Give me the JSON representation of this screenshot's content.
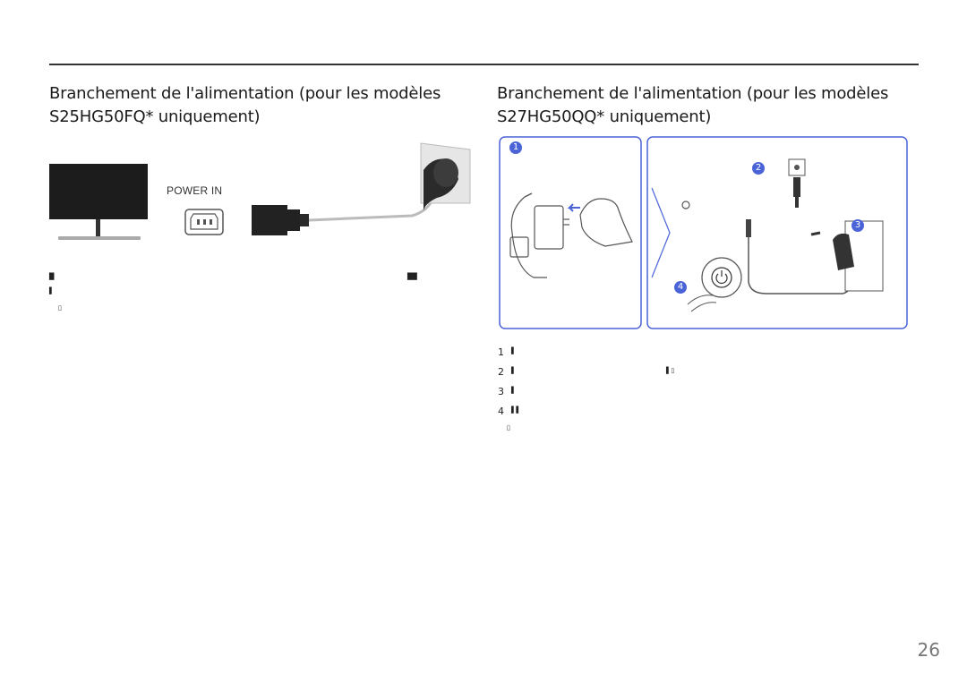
{
  "left_section": {
    "title_line1": "Branchement de l'alimentation (pour les modèles",
    "title_line2": "S25HG50FQ* uniquement)",
    "power_label": "POWER IN",
    "text_line1": "█",
    "text_line1_end": "██",
    "text_line2": "▌",
    "note": "▯"
  },
  "right_section": {
    "title_line1": "Branchement de l'alimentation (pour les modèles",
    "title_line2": "S27HG50QQ* uniquement)",
    "badges": [
      "1",
      "2",
      "3",
      "4"
    ],
    "steps": [
      {
        "num": "1",
        "text": "▌"
      },
      {
        "num": "2",
        "text": "▌",
        "extra": "▌▯"
      },
      {
        "num": "3",
        "text": "▌"
      },
      {
        "num": "4",
        "text": "▌▌"
      }
    ],
    "note": "▯"
  },
  "page_number": "26",
  "colors": {
    "accent": "#4a64d8",
    "rule": "#333333",
    "badge": "#4a64d8"
  }
}
